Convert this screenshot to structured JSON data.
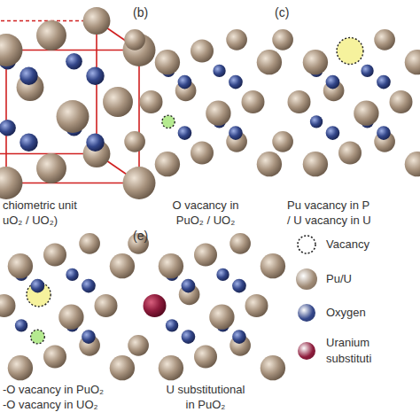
{
  "diagram": {
    "labels": [
      "(b)",
      "(c)",
      "(e)",
      "chiometric unit",
      "uO₂ / UO₂)",
      "O vacancy in",
      "PuO₂ / UO₂",
      "Pu vacancy in P",
      "/ U vacancy in U",
      "-O vacancy in PuO₂",
      "-O vacancy in UO₂",
      "U substitutional",
      "in PuO₂"
    ],
    "legend": [
      {
        "text": "Vacancy"
      },
      {
        "text": "Pu/U",
        "color": "#a08b76"
      },
      {
        "text": "Oxygen",
        "color": "#34478a"
      },
      {
        "text": "Uranium substituti",
        "color": "#8e1c3c"
      }
    ]
  }
}
